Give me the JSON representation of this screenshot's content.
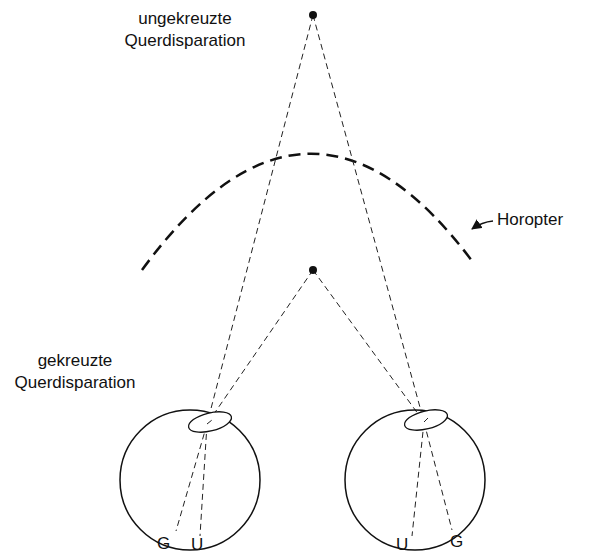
{
  "diagram": {
    "labels": [
      "ungekreuzte Querdisparation",
      "Horopter",
      "gekreuzte Querdisparation",
      "G",
      "U",
      "U",
      "G"
    ]
  }
}
